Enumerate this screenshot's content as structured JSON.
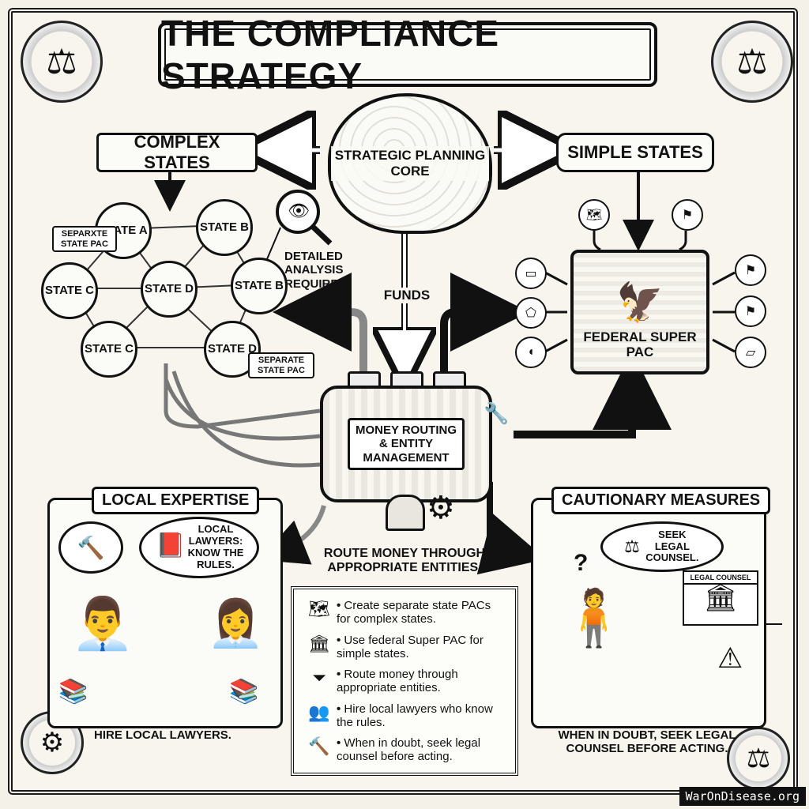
{
  "title": "THE COMPLIANCE STRATEGY",
  "core": {
    "label": "STRATEGIC PLANNING CORE",
    "funds_label": "FUNDS"
  },
  "complex_states": {
    "title": "COMPLEX STATES",
    "nodes": [
      "STATE A",
      "STATE B",
      "STATE C",
      "STATE D",
      "STATE B",
      "STATE C",
      "STATE D"
    ],
    "tag_top": "SEPARXTE STATE PAC",
    "tag_bottom": "SEPARATE STATE PAC",
    "analysis_note": "DETAILED ANALYSIS REQUIRED"
  },
  "simple_states": {
    "title": "SIMPLE STATES",
    "super_pac_label": "FEDERAL SUPER PAC"
  },
  "routing": {
    "label": "MONEY ROUTING & ENTITY MANAGEMENT",
    "caption": "ROUTE MONEY THROUGH APPROPRIATE ENTITIES."
  },
  "local_expertise": {
    "title": "LOCAL EXPERTISE",
    "bubble": "LOCAL LAWYERS: KNOW THE RULES.",
    "caption": "HIRE LOCAL LAWYERS."
  },
  "cautionary": {
    "title": "CAUTIONARY MEASURES",
    "bubble": "SEEK LEGAL COUNSEL.",
    "sign": "LEGAL COUNSEL",
    "caption": "WHEN IN DOUBT, SEEK LEGAL COUNSEL BEFORE ACTING."
  },
  "summary": [
    {
      "icon": "us-map-icon",
      "text": "Create separate state PACs for complex states."
    },
    {
      "icon": "capitol-icon",
      "text": "Use federal Super PAC for simple states."
    },
    {
      "icon": "funnel-icon",
      "text": "Route money through appropriate entities."
    },
    {
      "icon": "lawyers-icon",
      "text": "Hire local lawyers who know the rules."
    },
    {
      "icon": "gavel-icon",
      "text": "When in doubt, seek legal counsel before acting."
    }
  ],
  "credit": "WarOnDisease.org"
}
